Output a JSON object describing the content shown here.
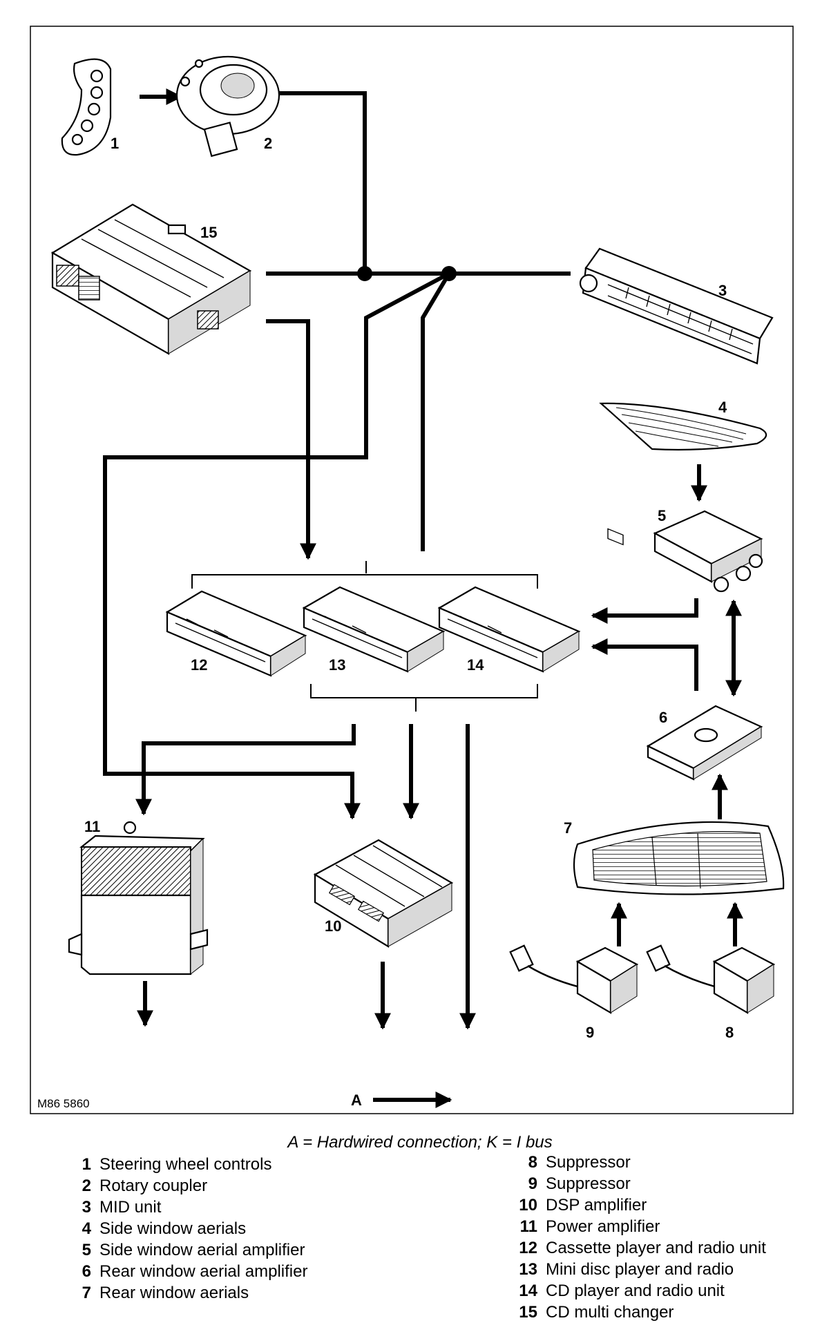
{
  "figure_code": "M86 5860",
  "arrow_label": "A",
  "caption": "A = Hardwired connection; K = I bus",
  "callouts": [
    "1",
    "2",
    "3",
    "4",
    "5",
    "6",
    "7",
    "8",
    "9",
    "10",
    "11",
    "12",
    "13",
    "14",
    "15"
  ],
  "key_left": [
    {
      "num": "1",
      "text": "Steering wheel controls"
    },
    {
      "num": "2",
      "text": "Rotary coupler"
    },
    {
      "num": "3",
      "text": "MID unit"
    },
    {
      "num": "4",
      "text": "Side window aerials"
    },
    {
      "num": "5",
      "text": "Side window aerial amplifier"
    },
    {
      "num": "6",
      "text": "Rear window aerial amplifier"
    },
    {
      "num": "7",
      "text": "Rear window aerials"
    }
  ],
  "key_right": [
    {
      "num": "8",
      "text": "Suppressor"
    },
    {
      "num": "9",
      "text": "Suppressor"
    },
    {
      "num": "10",
      "text": "DSP amplifier"
    },
    {
      "num": "11",
      "text": "Power amplifier"
    },
    {
      "num": "12",
      "text": "Cassette player and radio unit"
    },
    {
      "num": "13",
      "text": "Mini disc player and radio"
    },
    {
      "num": "14",
      "text": "CD player and radio unit"
    },
    {
      "num": "15",
      "text": "CD multi changer"
    }
  ]
}
